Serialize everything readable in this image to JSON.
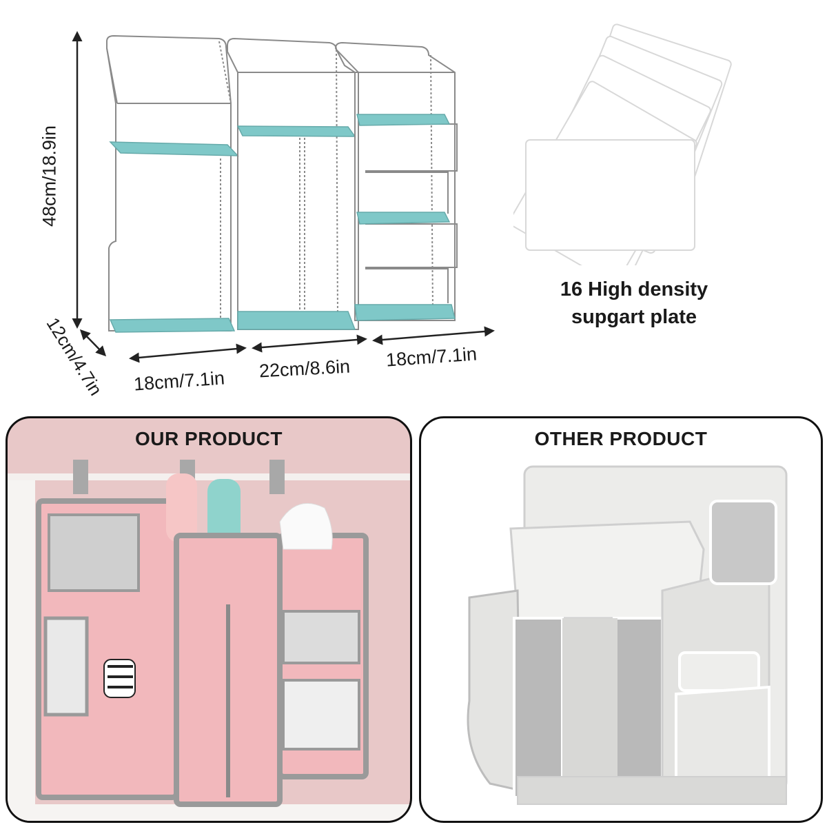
{
  "dimensions": {
    "height": "48cm/18.9in",
    "depth": "12cm/4.7in",
    "width_left": "18cm/7.1in",
    "width_center": "22cm/8.6in",
    "width_right": "18cm/7.1in"
  },
  "plates": {
    "caption_line1": "16 High density",
    "caption_line2": "supgart plate"
  },
  "comparison": {
    "ours_title": "OUR PRODUCT",
    "other_title": "OTHER PRODUCT"
  },
  "colors": {
    "shelf": "#7fc8c8",
    "ours_background": "#e8c8c8",
    "ours_fabric": "#f2b8bc",
    "trim_gray": "#9a9a9a",
    "other_fabric": "#e6e6e4"
  }
}
